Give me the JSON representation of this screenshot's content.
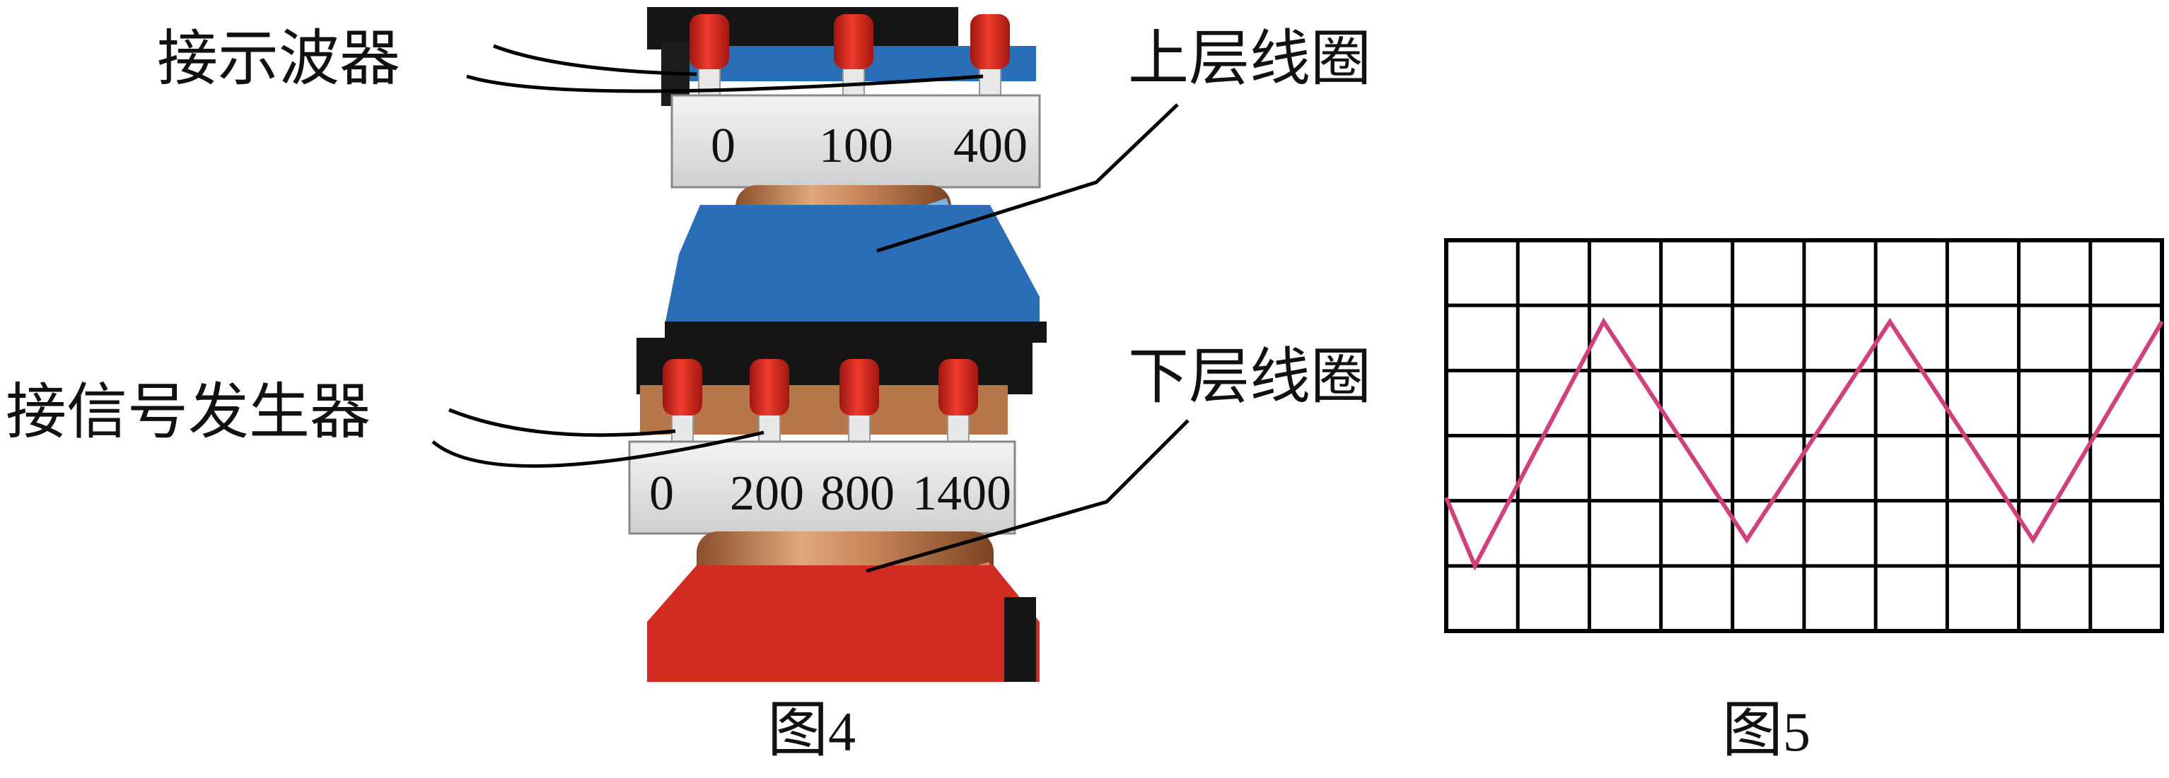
{
  "figure4": {
    "caption_char": "图",
    "caption_num": "4",
    "label_oscilloscope": "接示波器",
    "label_upper_coil": "上层线圈",
    "label_signal_gen": "接信号发生器",
    "label_lower_coil": "下层线圈",
    "upper_terminals": [
      "0",
      "100",
      "400"
    ],
    "lower_terminals": [
      "0",
      "200",
      "800",
      "1400"
    ],
    "colors": {
      "upper_base": "#2a6fb5",
      "lower_base": "#d12b22",
      "terminal_cap": "#d8261e",
      "copper": "#c9875a"
    }
  },
  "figure5": {
    "caption_char": "图",
    "caption_num": "5",
    "grid": {
      "cols": 10,
      "rows": 6
    },
    "waveform": {
      "type": "triangle",
      "color": "#d0407a"
    }
  }
}
